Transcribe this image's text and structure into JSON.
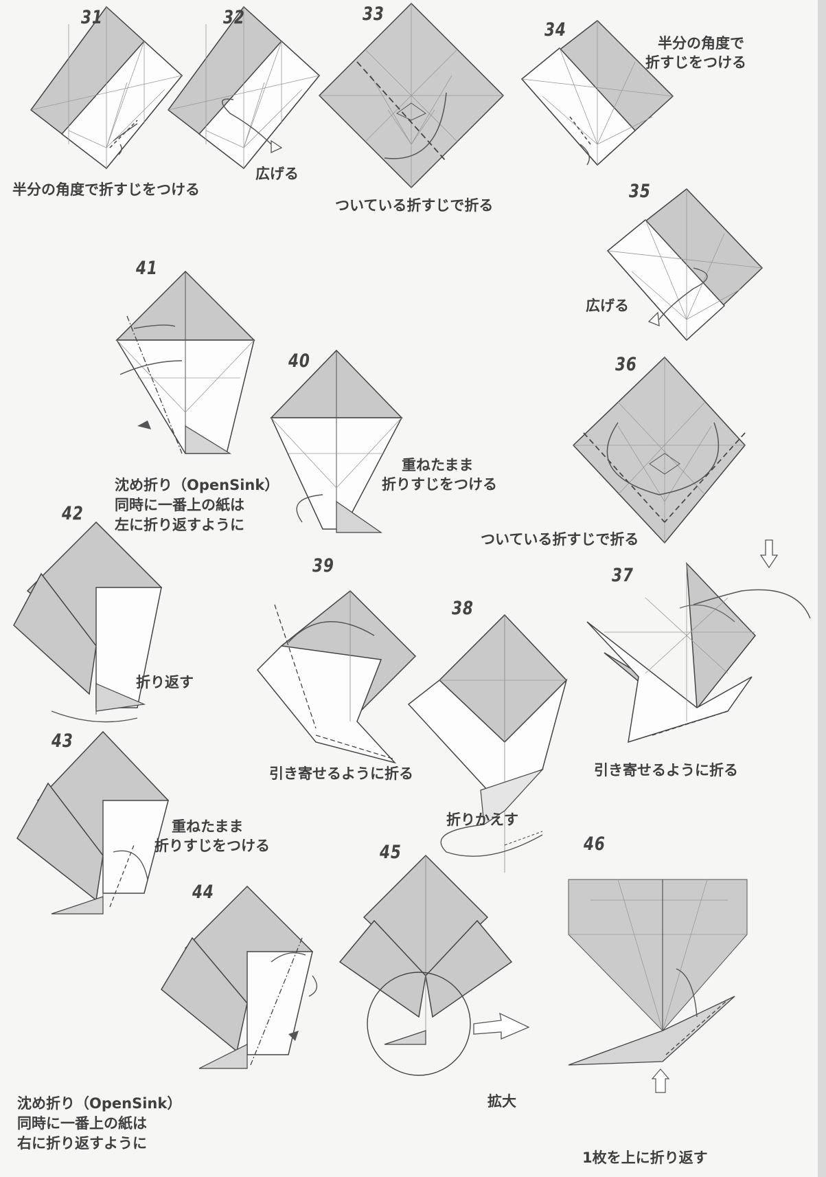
{
  "steps": [
    {
      "num": "31",
      "caption": "半分の角度で折すじをつける"
    },
    {
      "num": "32",
      "caption": "広げる"
    },
    {
      "num": "33",
      "caption": "ついている折すじで折る"
    },
    {
      "num": "34",
      "caption_line1": "半分の角度で",
      "caption_line2": "折すじをつける"
    },
    {
      "num": "35",
      "caption": "広げる"
    },
    {
      "num": "36",
      "caption": "ついている折すじで折る"
    },
    {
      "num": "37",
      "caption": "引き寄せるように折る"
    },
    {
      "num": "38",
      "caption": "折りかえす"
    },
    {
      "num": "39",
      "caption": "引き寄せるように折る"
    },
    {
      "num": "40",
      "caption_line1": "重ねたまま",
      "caption_line2": "折りすじをつける"
    },
    {
      "num": "41",
      "caption_line1": "沈め折り（OpenSink）",
      "caption_line2": "同時に一番上の紙は",
      "caption_line3": "左に折り返すように"
    },
    {
      "num": "42",
      "caption": "折り返す"
    },
    {
      "num": "43",
      "caption_line1": "重ねたまま",
      "caption_line2": "折りすじをつける"
    },
    {
      "num": "44",
      "caption_line1": "沈め折り（OpenSink）",
      "caption_line2": "同時に一番上の紙は",
      "caption_line3": "右に折り返すように"
    },
    {
      "num": "45",
      "caption": "拡大"
    },
    {
      "num": "46",
      "caption": "1枚を上に折り返す"
    }
  ],
  "colors": {
    "paper_colored": "#c8c8c8",
    "paper_white": "#fdfdfd",
    "line": "#555555",
    "crease": "#9a9a9a",
    "text": "#3f3f3f"
  }
}
